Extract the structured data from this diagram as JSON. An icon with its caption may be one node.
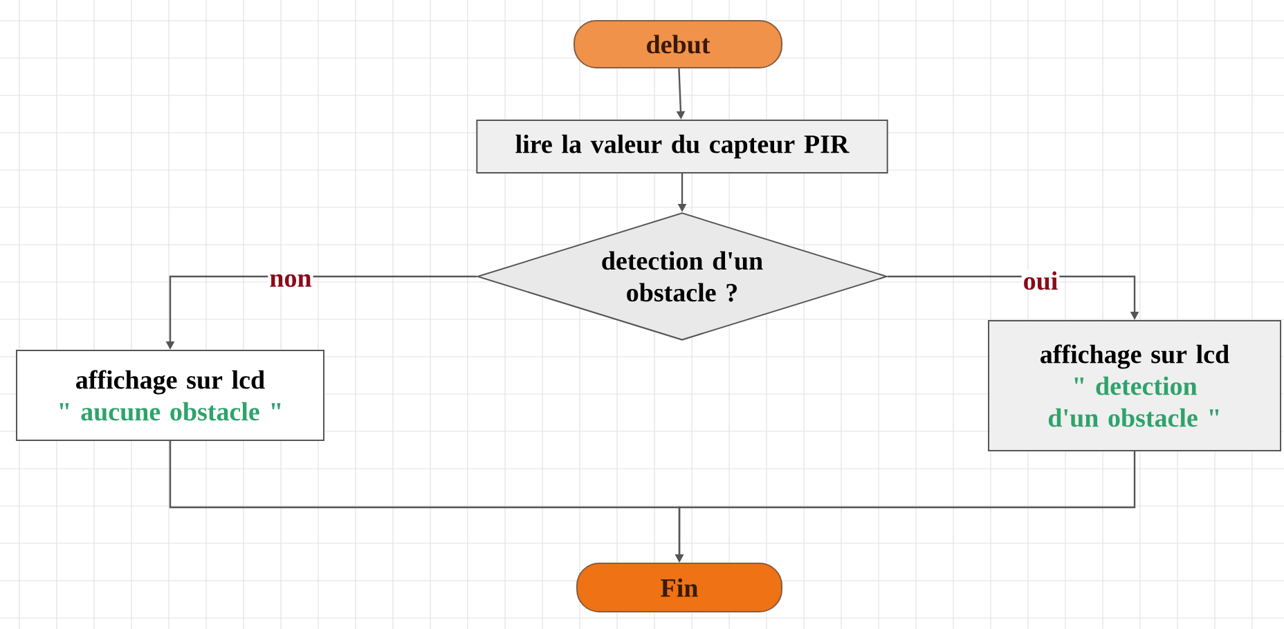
{
  "diagram": {
    "nodes": [
      {
        "text": [
          "debut"
        ]
      },
      {
        "text": [
          "lire la valeur du capteur PIR"
        ]
      },
      {
        "text": [
          "detection d'un obstacle ?"
        ]
      },
      {
        "text": [
          "affichage sur lcd",
          "\" aucune obstacle \""
        ]
      },
      {
        "text": [
          "affichage sur lcd",
          "\" detection d'un obstacle \""
        ]
      },
      {
        "text": [
          "Fin"
        ]
      }
    ],
    "edges": [
      {
        "from": 0,
        "to": 1,
        "arrow": "to"
      },
      {
        "from": 1,
        "to": 2,
        "arrow": "to"
      },
      {
        "from": 2,
        "to": 3,
        "arrow": "to",
        "label": "non"
      },
      {
        "from": 2,
        "to": 4,
        "arrow": "to",
        "label": "oui"
      },
      {
        "from": 3,
        "to": 5,
        "arrow": "to"
      },
      {
        "from": 4,
        "to": 5,
        "arrow": "to"
      }
    ]
  }
}
